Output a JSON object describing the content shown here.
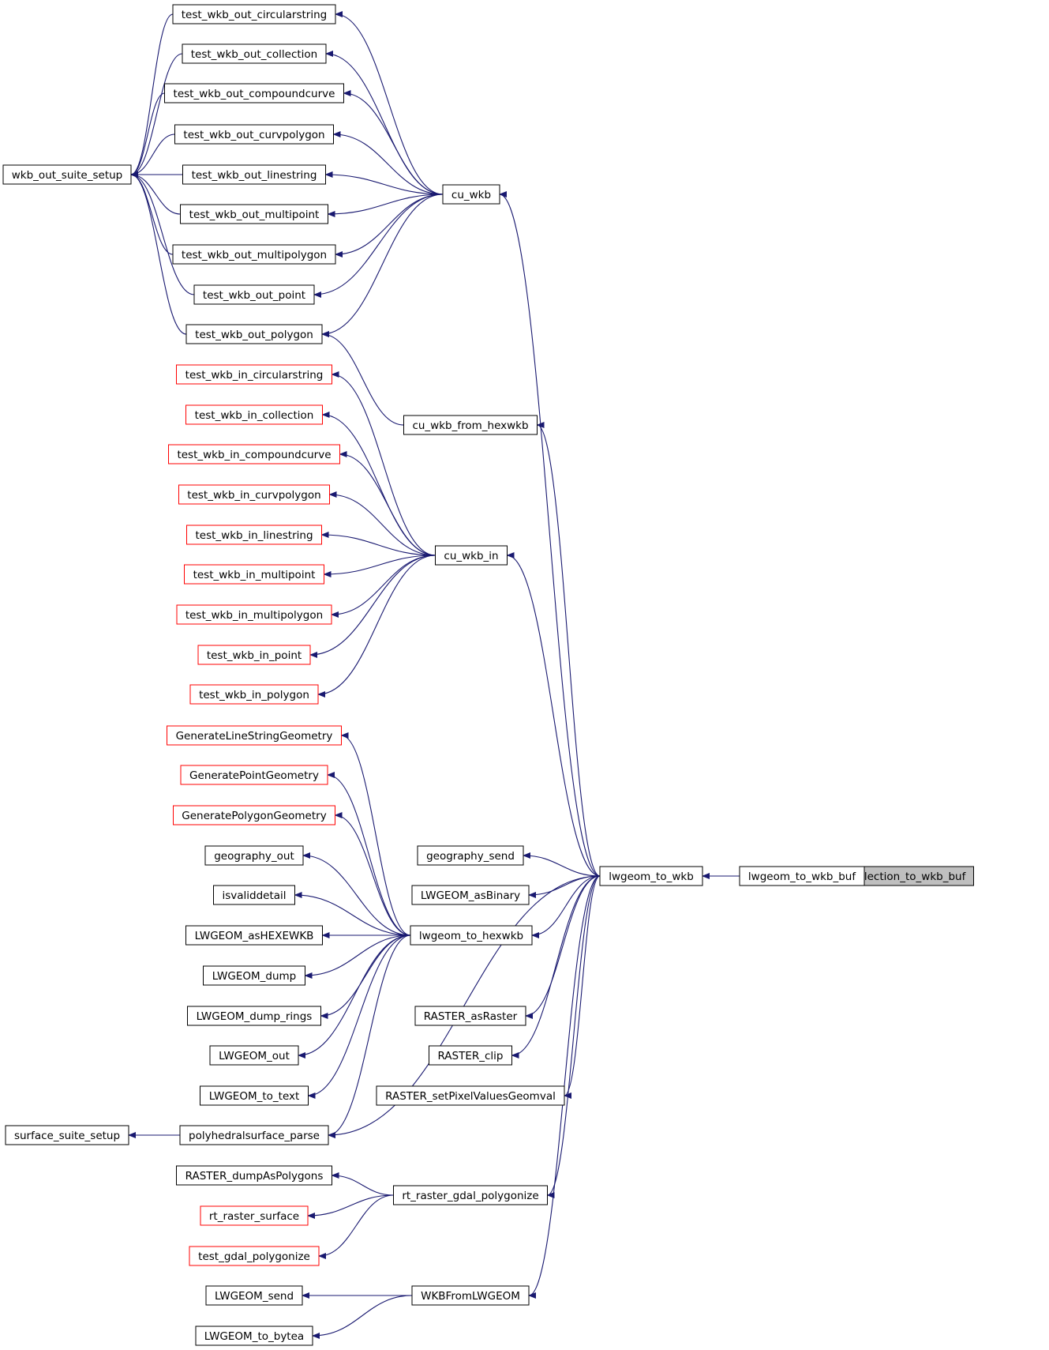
{
  "colors": {
    "edge": "#191970",
    "node_border_normal": "#000000",
    "node_border_truncated": "#ff0000",
    "node_fill_highlight": "#bfbfbf",
    "node_fill": "#ffffff",
    "text": "#000000"
  },
  "nodes": [
    {
      "id": "lwcollection_to_wkb_buf",
      "label": "lwcollection_to_wkb_buf",
      "style": "highlight"
    },
    {
      "id": "lwgeom_to_wkb_buf",
      "label": "lwgeom_to_wkb_buf",
      "style": "normal"
    },
    {
      "id": "lwgeom_to_wkb",
      "label": "lwgeom_to_wkb",
      "style": "normal"
    },
    {
      "id": "cu_wkb",
      "label": "cu_wkb",
      "style": "normal"
    },
    {
      "id": "cu_wkb_from_hexwkb",
      "label": "cu_wkb_from_hexwkb",
      "style": "normal"
    },
    {
      "id": "cu_wkb_in",
      "label": "cu_wkb_in",
      "style": "normal"
    },
    {
      "id": "wkb_out_suite_setup",
      "label": "wkb_out_suite_setup",
      "style": "normal"
    },
    {
      "id": "test_wkb_out_circularstring",
      "label": "test_wkb_out_circularstring",
      "style": "normal"
    },
    {
      "id": "test_wkb_out_collection",
      "label": "test_wkb_out_collection",
      "style": "normal"
    },
    {
      "id": "test_wkb_out_compoundcurve",
      "label": "test_wkb_out_compoundcurve",
      "style": "normal"
    },
    {
      "id": "test_wkb_out_curvpolygon",
      "label": "test_wkb_out_curvpolygon",
      "style": "normal"
    },
    {
      "id": "test_wkb_out_linestring",
      "label": "test_wkb_out_linestring",
      "style": "normal"
    },
    {
      "id": "test_wkb_out_multipoint",
      "label": "test_wkb_out_multipoint",
      "style": "normal"
    },
    {
      "id": "test_wkb_out_multipolygon",
      "label": "test_wkb_out_multipolygon",
      "style": "normal"
    },
    {
      "id": "test_wkb_out_point",
      "label": "test_wkb_out_point",
      "style": "normal"
    },
    {
      "id": "test_wkb_out_polygon",
      "label": "test_wkb_out_polygon",
      "style": "normal"
    },
    {
      "id": "test_wkb_in_circularstring",
      "label": "test_wkb_in_circularstring",
      "style": "truncated"
    },
    {
      "id": "test_wkb_in_collection",
      "label": "test_wkb_in_collection",
      "style": "truncated"
    },
    {
      "id": "test_wkb_in_compoundcurve",
      "label": "test_wkb_in_compoundcurve",
      "style": "truncated"
    },
    {
      "id": "test_wkb_in_curvpolygon",
      "label": "test_wkb_in_curvpolygon",
      "style": "truncated"
    },
    {
      "id": "test_wkb_in_linestring",
      "label": "test_wkb_in_linestring",
      "style": "truncated"
    },
    {
      "id": "test_wkb_in_multipoint",
      "label": "test_wkb_in_multipoint",
      "style": "truncated"
    },
    {
      "id": "test_wkb_in_multipolygon",
      "label": "test_wkb_in_multipolygon",
      "style": "truncated"
    },
    {
      "id": "test_wkb_in_point",
      "label": "test_wkb_in_point",
      "style": "truncated"
    },
    {
      "id": "test_wkb_in_polygon",
      "label": "test_wkb_in_polygon",
      "style": "truncated"
    },
    {
      "id": "GenerateLineStringGeometry",
      "label": "GenerateLineStringGeometry",
      "style": "truncated"
    },
    {
      "id": "GeneratePointGeometry",
      "label": "GeneratePointGeometry",
      "style": "truncated"
    },
    {
      "id": "GeneratePolygonGeometry",
      "label": "GeneratePolygonGeometry",
      "style": "truncated"
    },
    {
      "id": "geography_out",
      "label": "geography_out",
      "style": "normal"
    },
    {
      "id": "isvaliddetail",
      "label": "isvaliddetail",
      "style": "normal"
    },
    {
      "id": "LWGEOM_asHEXEWKB",
      "label": "LWGEOM_asHEXEWKB",
      "style": "normal"
    },
    {
      "id": "LWGEOM_dump",
      "label": "LWGEOM_dump",
      "style": "normal"
    },
    {
      "id": "LWGEOM_dump_rings",
      "label": "LWGEOM_dump_rings",
      "style": "normal"
    },
    {
      "id": "LWGEOM_out",
      "label": "LWGEOM_out",
      "style": "normal"
    },
    {
      "id": "LWGEOM_to_text",
      "label": "LWGEOM_to_text",
      "style": "normal"
    },
    {
      "id": "polyhedralsurface_parse",
      "label": "polyhedralsurface_parse",
      "style": "normal"
    },
    {
      "id": "surface_suite_setup",
      "label": "surface_suite_setup",
      "style": "normal"
    },
    {
      "id": "lwgeom_to_hexwkb",
      "label": "lwgeom_to_hexwkb",
      "style": "normal"
    },
    {
      "id": "geography_send",
      "label": "geography_send",
      "style": "normal"
    },
    {
      "id": "LWGEOM_asBinary",
      "label": "LWGEOM_asBinary",
      "style": "normal"
    },
    {
      "id": "RASTER_asRaster",
      "label": "RASTER_asRaster",
      "style": "normal"
    },
    {
      "id": "RASTER_clip",
      "label": "RASTER_clip",
      "style": "normal"
    },
    {
      "id": "RASTER_setPixelValuesGeomval",
      "label": "RASTER_setPixelValuesGeomval",
      "style": "normal"
    },
    {
      "id": "RASTER_dumpAsPolygons",
      "label": "RASTER_dumpAsPolygons",
      "style": "normal"
    },
    {
      "id": "rt_raster_surface",
      "label": "rt_raster_surface",
      "style": "truncated"
    },
    {
      "id": "test_gdal_polygonize",
      "label": "test_gdal_polygonize",
      "style": "truncated"
    },
    {
      "id": "rt_raster_gdal_polygonize",
      "label": "rt_raster_gdal_polygonize",
      "style": "normal"
    },
    {
      "id": "LWGEOM_send",
      "label": "LWGEOM_send",
      "style": "normal"
    },
    {
      "id": "LWGEOM_to_bytea",
      "label": "LWGEOM_to_bytea",
      "style": "normal"
    },
    {
      "id": "WKBFromLWGEOM",
      "label": "WKBFromLWGEOM",
      "style": "normal"
    }
  ],
  "edges": [
    {
      "from": "lwcollection_to_wkb_buf",
      "to": "lwgeom_to_wkb_buf"
    },
    {
      "from": "lwgeom_to_wkb_buf",
      "to": "lwcollection_to_wkb_buf"
    },
    {
      "from": "lwgeom_to_wkb_buf",
      "to": "lwgeom_to_wkb"
    },
    {
      "from": "lwgeom_to_wkb",
      "to": "cu_wkb"
    },
    {
      "from": "lwgeom_to_wkb",
      "to": "cu_wkb_from_hexwkb"
    },
    {
      "from": "lwgeom_to_wkb",
      "to": "cu_wkb_in"
    },
    {
      "from": "lwgeom_to_wkb",
      "to": "lwgeom_to_hexwkb"
    },
    {
      "from": "lwgeom_to_wkb",
      "to": "geography_send"
    },
    {
      "from": "lwgeom_to_wkb",
      "to": "LWGEOM_asBinary"
    },
    {
      "from": "lwgeom_to_wkb",
      "to": "polyhedralsurface_parse"
    },
    {
      "from": "lwgeom_to_wkb",
      "to": "RASTER_asRaster"
    },
    {
      "from": "lwgeom_to_wkb",
      "to": "RASTER_clip"
    },
    {
      "from": "lwgeom_to_wkb",
      "to": "RASTER_setPixelValuesGeomval"
    },
    {
      "from": "lwgeom_to_wkb",
      "to": "rt_raster_gdal_polygonize"
    },
    {
      "from": "lwgeom_to_wkb",
      "to": "WKBFromLWGEOM"
    },
    {
      "from": "cu_wkb",
      "to": "test_wkb_out_circularstring"
    },
    {
      "from": "cu_wkb",
      "to": "test_wkb_out_collection"
    },
    {
      "from": "cu_wkb",
      "to": "test_wkb_out_compoundcurve"
    },
    {
      "from": "cu_wkb",
      "to": "test_wkb_out_curvpolygon"
    },
    {
      "from": "cu_wkb",
      "to": "test_wkb_out_linestring"
    },
    {
      "from": "cu_wkb",
      "to": "test_wkb_out_multipoint"
    },
    {
      "from": "cu_wkb",
      "to": "test_wkb_out_multipolygon"
    },
    {
      "from": "cu_wkb",
      "to": "test_wkb_out_point"
    },
    {
      "from": "cu_wkb",
      "to": "test_wkb_out_polygon"
    },
    {
      "from": "test_wkb_out_circularstring",
      "to": "wkb_out_suite_setup"
    },
    {
      "from": "test_wkb_out_collection",
      "to": "wkb_out_suite_setup"
    },
    {
      "from": "test_wkb_out_compoundcurve",
      "to": "wkb_out_suite_setup"
    },
    {
      "from": "test_wkb_out_curvpolygon",
      "to": "wkb_out_suite_setup"
    },
    {
      "from": "test_wkb_out_linestring",
      "to": "wkb_out_suite_setup"
    },
    {
      "from": "test_wkb_out_multipoint",
      "to": "wkb_out_suite_setup"
    },
    {
      "from": "test_wkb_out_multipolygon",
      "to": "wkb_out_suite_setup"
    },
    {
      "from": "test_wkb_out_point",
      "to": "wkb_out_suite_setup"
    },
    {
      "from": "test_wkb_out_polygon",
      "to": "wkb_out_suite_setup"
    },
    {
      "from": "cu_wkb_from_hexwkb",
      "to": "test_wkb_out_polygon"
    },
    {
      "from": "cu_wkb_in",
      "to": "test_wkb_in_circularstring"
    },
    {
      "from": "cu_wkb_in",
      "to": "test_wkb_in_collection"
    },
    {
      "from": "cu_wkb_in",
      "to": "test_wkb_in_compoundcurve"
    },
    {
      "from": "cu_wkb_in",
      "to": "test_wkb_in_curvpolygon"
    },
    {
      "from": "cu_wkb_in",
      "to": "test_wkb_in_linestring"
    },
    {
      "from": "cu_wkb_in",
      "to": "test_wkb_in_multipoint"
    },
    {
      "from": "cu_wkb_in",
      "to": "test_wkb_in_multipolygon"
    },
    {
      "from": "cu_wkb_in",
      "to": "test_wkb_in_point"
    },
    {
      "from": "cu_wkb_in",
      "to": "test_wkb_in_polygon"
    },
    {
      "from": "lwgeom_to_hexwkb",
      "to": "GenerateLineStringGeometry"
    },
    {
      "from": "lwgeom_to_hexwkb",
      "to": "GeneratePointGeometry"
    },
    {
      "from": "lwgeom_to_hexwkb",
      "to": "GeneratePolygonGeometry"
    },
    {
      "from": "lwgeom_to_hexwkb",
      "to": "geography_out"
    },
    {
      "from": "lwgeom_to_hexwkb",
      "to": "isvaliddetail"
    },
    {
      "from": "lwgeom_to_hexwkb",
      "to": "LWGEOM_asHEXEWKB"
    },
    {
      "from": "lwgeom_to_hexwkb",
      "to": "LWGEOM_dump"
    },
    {
      "from": "lwgeom_to_hexwkb",
      "to": "LWGEOM_dump_rings"
    },
    {
      "from": "lwgeom_to_hexwkb",
      "to": "LWGEOM_out"
    },
    {
      "from": "lwgeom_to_hexwkb",
      "to": "LWGEOM_to_text"
    },
    {
      "from": "lwgeom_to_hexwkb",
      "to": "polyhedralsurface_parse"
    },
    {
      "from": "polyhedralsurface_parse",
      "to": "surface_suite_setup"
    },
    {
      "from": "rt_raster_gdal_polygonize",
      "to": "RASTER_dumpAsPolygons"
    },
    {
      "from": "rt_raster_gdal_polygonize",
      "to": "rt_raster_surface"
    },
    {
      "from": "rt_raster_gdal_polygonize",
      "to": "test_gdal_polygonize"
    },
    {
      "from": "WKBFromLWGEOM",
      "to": "LWGEOM_send"
    },
    {
      "from": "WKBFromLWGEOM",
      "to": "LWGEOM_to_bytea"
    }
  ]
}
